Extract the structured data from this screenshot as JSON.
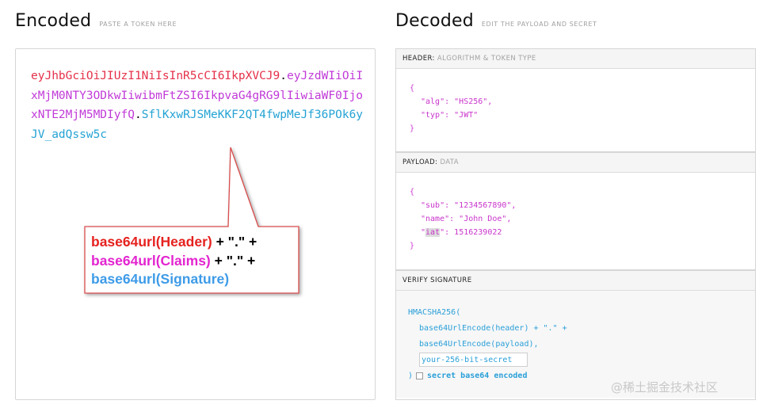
{
  "encoded": {
    "title": "Encoded",
    "subtitle": "PASTE A TOKEN HERE",
    "token": {
      "header": "eyJhbGciOiJIUzI1NiIsInR5cCI6IkpXVCJ9",
      "dot1": ".",
      "payload": "eyJzdWIiOiIxMjM0NTY3ODkwIiwibmFtZSI6IkpvaG4gRG9lIiwiaWF0IjoxNTE2MjM5MDIyfQ",
      "dot2": ".",
      "signature": "SflKxwRJSMeKKF2QT4fwpMeJf36POk6yJV_adQssw5c"
    },
    "callout": {
      "line1_part": "base64url(Header)",
      "line1_join": " + \".\" +",
      "line2_part": "base64url(Claims)",
      "line2_join": " + \".\" +",
      "line3_part": "base64url(Signature)"
    }
  },
  "decoded": {
    "title": "Decoded",
    "subtitle": "EDIT THE PAYLOAD AND SECRET",
    "header_section": {
      "label": "HEADER:",
      "sublabel": "ALGORITHM & TOKEN TYPE",
      "open": "{",
      "close": "}",
      "alg_key": "\"alg\"",
      "alg_val": "\"HS256\",",
      "typ_key": "\"typ\"",
      "typ_val": "\"JWT\""
    },
    "payload_section": {
      "label": "PAYLOAD:",
      "sublabel": "DATA",
      "open": "{",
      "close": "}",
      "sub_key": "\"sub\"",
      "sub_val": "\"1234567890\",",
      "name_key": "\"name\"",
      "name_val": "\"John Doe\",",
      "iat_key_q1": "\"",
      "iat_key_word": "iat",
      "iat_key_q2": "\"",
      "iat_val": "1516239022"
    },
    "verify_section": {
      "label": "VERIFY SIGNATURE",
      "line1": "HMACSHA256(",
      "line2": "base64UrlEncode(header) + \".\" +",
      "line3": "base64UrlEncode(payload),",
      "secret_placeholder": "your-256-bit-secret",
      "close": ")",
      "checkbox_label": "secret base64 encoded",
      "checkbox_checked": false
    }
  },
  "watermark": "@稀土掘金技术社区"
}
